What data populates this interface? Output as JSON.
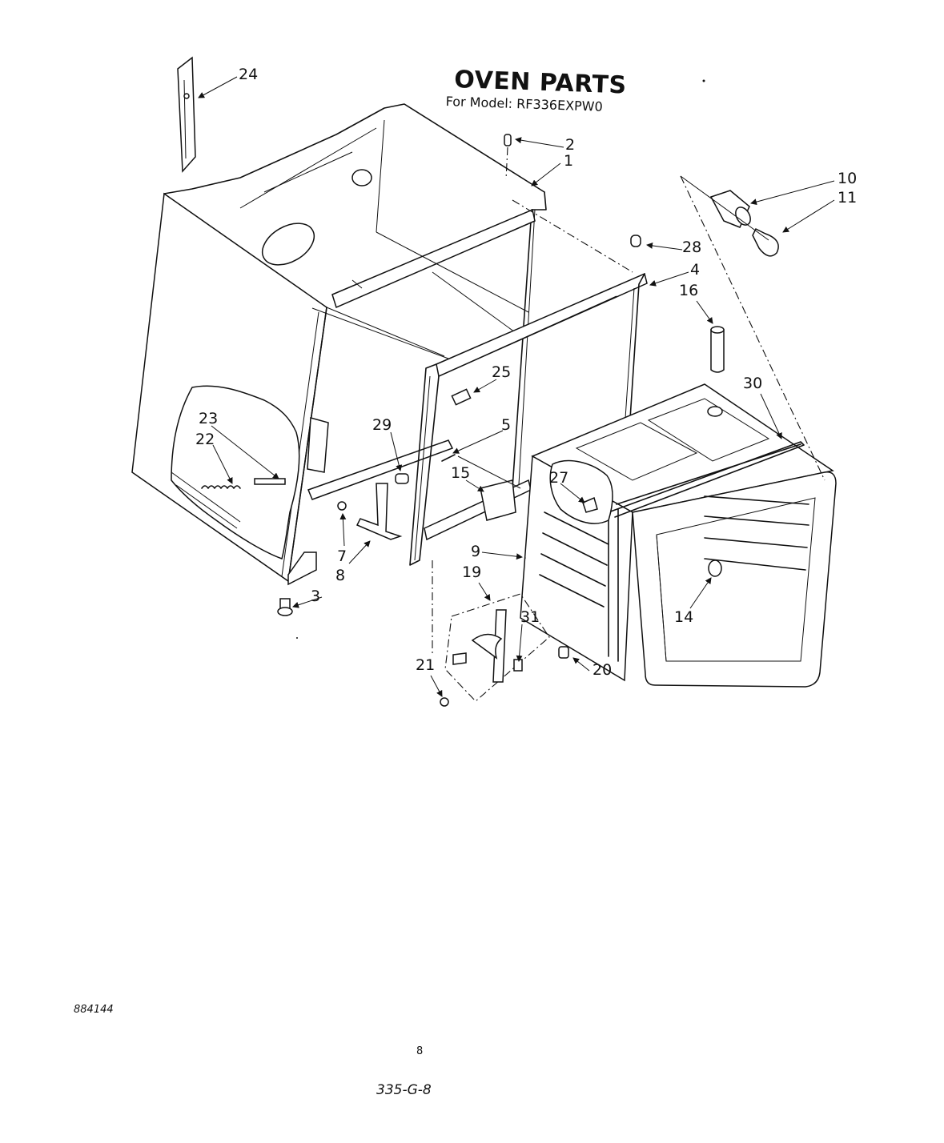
{
  "title": "OVEN PARTS",
  "subtitle": "For Model: RF336EXPW0",
  "callouts": {
    "c1": "1",
    "c2": "2",
    "c3": "3",
    "c4": "4",
    "c5": "5",
    "c7": "7",
    "c8": "8",
    "c9": "9",
    "c10": "10",
    "c11": "11",
    "c14": "14",
    "c15": "15",
    "c16": "16",
    "c19": "19",
    "c20": "20",
    "c21": "21",
    "c22": "22",
    "c23": "23",
    "c24": "24",
    "c25": "25",
    "c27": "27",
    "c28": "28",
    "c29": "29",
    "c30": "30",
    "c31": "31"
  },
  "footer": {
    "doc_code": "884144",
    "page_number": "8",
    "handwritten_ref": "335-G-8"
  }
}
